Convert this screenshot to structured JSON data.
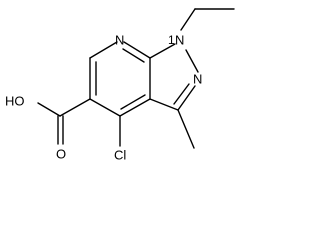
{
  "structure": {
    "atom_labels": {
      "ring_nitrogen": "N",
      "pyrazole_n1": "N",
      "pyrazole_n2": "N",
      "n1_locant": "1",
      "hydroxyl": "HO",
      "carbonyl_oxygen": "O",
      "chlorine": "Cl"
    }
  }
}
